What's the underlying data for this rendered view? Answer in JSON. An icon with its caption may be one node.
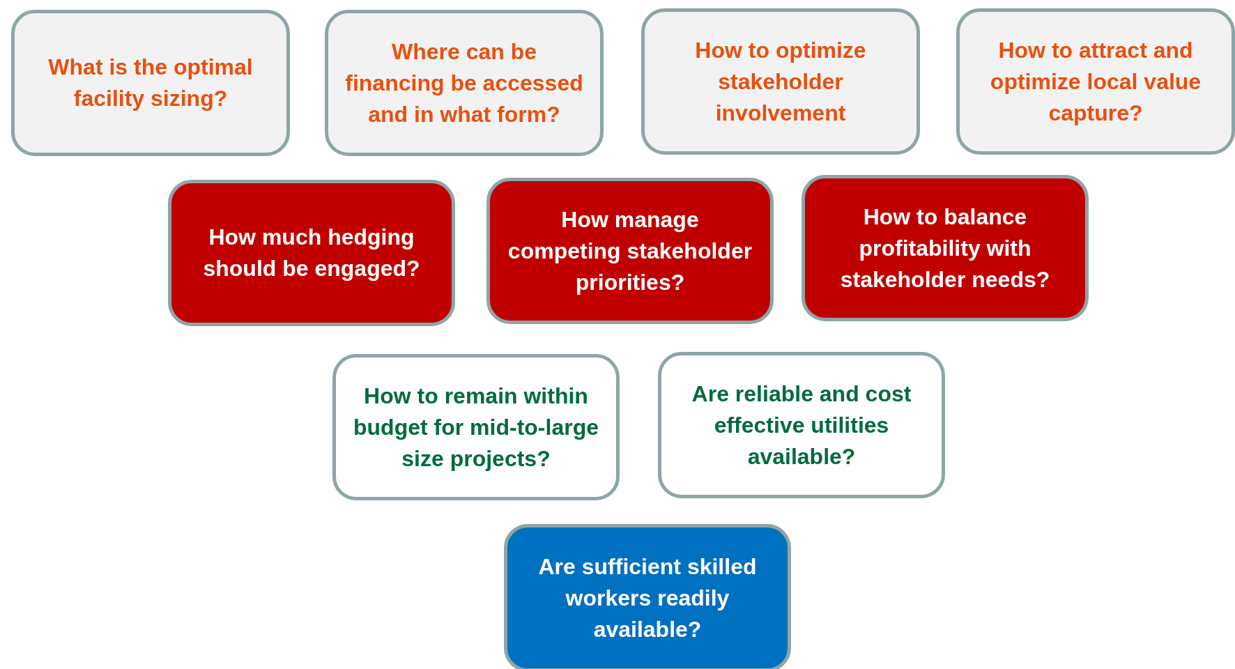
{
  "diagram": {
    "nodes": [
      {
        "text": [
          "What is the optimal facility sizing?"
        ]
      },
      {
        "text": [
          "Where can be financing be accessed and in what form?"
        ]
      },
      {
        "text": [
          "How to optimize stakeholder involvement"
        ]
      },
      {
        "text": [
          "How to attract and optimize local value capture?"
        ]
      },
      {
        "text": [
          "How much hedging should be engaged?"
        ]
      },
      {
        "text": [
          "How manage competing stakeholder priorities?"
        ]
      },
      {
        "text": [
          "How to balance profitability with stakeholder needs?"
        ]
      },
      {
        "text": [
          "How to remain within budget for mid-to-large size projects?"
        ]
      },
      {
        "text": [
          "Are reliable and cost effective utilities available?"
        ]
      },
      {
        "text": [
          "Are sufficient skilled workers readily available?"
        ]
      }
    ]
  }
}
